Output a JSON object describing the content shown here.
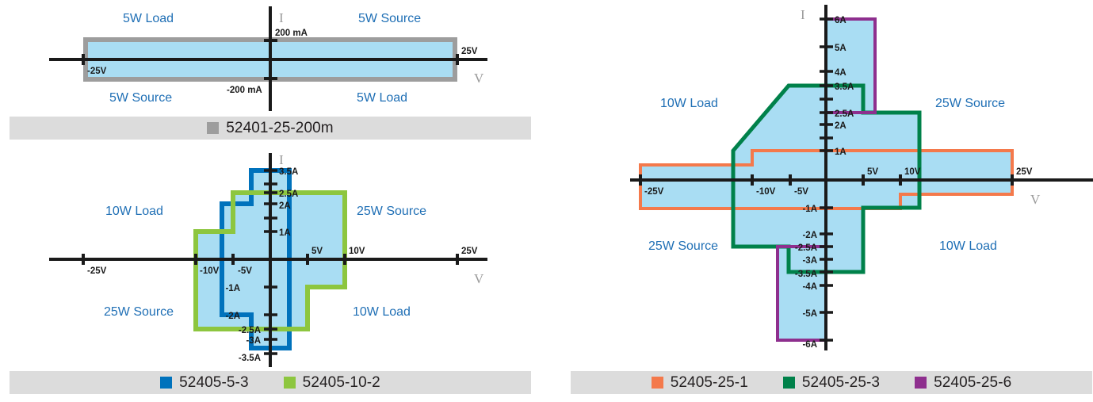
{
  "colors": {
    "fill": "#a9ddf3",
    "axis": "#1a1a1a",
    "quadrant_text": "#1f6fb5",
    "legend_bg": "#dcdcdc",
    "gray_series": "#9d9d9d",
    "blue_series": "#0072bc",
    "green_series": "#8dc63f",
    "orange_series": "#f4794b",
    "darkgreen_series": "#00814a",
    "purple_series": "#8e2f8e"
  },
  "charts": [
    {
      "id": "chart-52401-25-200m",
      "axis_labels": {
        "x": "V",
        "y": "I"
      },
      "quadrants": {
        "top_left": "5W Load",
        "top_right": "5W Source",
        "bottom_left": "5W Source",
        "bottom_right": "5W Load"
      },
      "x_ticks": [
        {
          "label": "-25V",
          "value": -25
        },
        {
          "label": "25V",
          "value": 25
        }
      ],
      "y_ticks": [
        {
          "label": "200 mA",
          "value": 0.2
        },
        {
          "label": "-200 mA",
          "value": -0.2
        }
      ],
      "legend": [
        {
          "label": "52401-25-200m",
          "color": "#9d9d9d"
        }
      ]
    },
    {
      "id": "chart-52405-5-3-10-2",
      "axis_labels": {
        "x": "V",
        "y": "I"
      },
      "quadrants": {
        "top_left": "10W Load",
        "top_right": "25W Source",
        "bottom_left": "25W Source",
        "bottom_right": "10W Load"
      },
      "x_ticks": [
        {
          "label": "-25V",
          "value": -25
        },
        {
          "label": "-10V",
          "value": -10
        },
        {
          "label": "-5V",
          "value": -5
        },
        {
          "label": "5V",
          "value": 5
        },
        {
          "label": "10V",
          "value": 10
        },
        {
          "label": "25V",
          "value": 25
        }
      ],
      "y_ticks": [
        {
          "label": "3.5A",
          "value": 3.5
        },
        {
          "label": "2.5A",
          "value": 2.5
        },
        {
          "label": "2A",
          "value": 2
        },
        {
          "label": "1A",
          "value": 1
        },
        {
          "label": "-1A",
          "value": -1
        },
        {
          "label": "-2A",
          "value": -2
        },
        {
          "label": "-2.5A",
          "value": -2.5
        },
        {
          "label": "-3A",
          "value": -3
        },
        {
          "label": "-3.5A",
          "value": -3.5
        }
      ],
      "legend": [
        {
          "label": "52405-5-3",
          "color": "#0072bc"
        },
        {
          "label": "52405-10-2",
          "color": "#8dc63f"
        }
      ]
    },
    {
      "id": "chart-52405-25-series",
      "axis_labels": {
        "x": "V",
        "y": "I"
      },
      "quadrants": {
        "top_left": "10W Load",
        "top_right": "25W Source",
        "bottom_left": "25W Source",
        "bottom_right": "10W Load"
      },
      "x_ticks": [
        {
          "label": "-25V",
          "value": -25
        },
        {
          "label": "-10V",
          "value": -10
        },
        {
          "label": "-5V",
          "value": -5
        },
        {
          "label": "5V",
          "value": 5
        },
        {
          "label": "10V",
          "value": 10
        },
        {
          "label": "25V",
          "value": 25
        }
      ],
      "y_ticks": [
        {
          "label": "6A",
          "value": 6
        },
        {
          "label": "5A",
          "value": 5
        },
        {
          "label": "4A",
          "value": 4
        },
        {
          "label": "3.5A",
          "value": 3.5
        },
        {
          "label": "2.5A",
          "value": 2.5
        },
        {
          "label": "2A",
          "value": 2
        },
        {
          "label": "1A",
          "value": 1
        },
        {
          "label": "-1A",
          "value": -1
        },
        {
          "label": "-2A",
          "value": -2
        },
        {
          "label": "-2.5A",
          "value": -2.5
        },
        {
          "label": "-3A",
          "value": -3
        },
        {
          "label": "-3.5A",
          "value": -3.5
        },
        {
          "label": "-4A",
          "value": -4
        },
        {
          "label": "-5A",
          "value": -5
        },
        {
          "label": "-6A",
          "value": -6
        }
      ],
      "legend": [
        {
          "label": "52405-25-1",
          "color": "#f4794b"
        },
        {
          "label": "52405-25-3",
          "color": "#00814a"
        },
        {
          "label": "52405-25-6",
          "color": "#8e2f8e"
        }
      ]
    }
  ],
  "chart_data": [
    {
      "type": "area",
      "title": "52401-25-200m operating envelope",
      "xlabel": "V",
      "ylabel": "I",
      "xlim": [
        -27,
        29
      ],
      "ylim": [
        -0.32,
        0.32
      ],
      "series": [
        {
          "name": "52401-25-200m",
          "color": "#9d9d9d",
          "points": [
            [
              -25,
              0.2
            ],
            [
              25,
              0.2
            ],
            [
              25,
              -0.2
            ],
            [
              -25,
              -0.2
            ]
          ]
        }
      ],
      "annotations": [
        "5W Load",
        "5W Source",
        "5W Source",
        "5W Load"
      ]
    },
    {
      "type": "area",
      "title": "52405-5-3 and 52405-10-2 operating envelopes",
      "xlabel": "V",
      "ylabel": "I",
      "xlim": [
        -27,
        29
      ],
      "ylim": [
        -3.9,
        3.9
      ],
      "series": [
        {
          "name": "52405-5-3",
          "color": "#0072bc",
          "points": [
            [
              -6.5,
              2
            ],
            [
              -2.5,
              2
            ],
            [
              -2.5,
              3.5
            ],
            [
              2.5,
              3.5
            ],
            [
              2.5,
              -3.5
            ],
            [
              -2.5,
              -3.5
            ],
            [
              -2.5,
              -2
            ],
            [
              -6.5,
              -2
            ]
          ]
        },
        {
          "name": "52405-10-2",
          "color": "#8dc63f",
          "points": [
            [
              -10,
              1
            ],
            [
              -5,
              1
            ],
            [
              -5,
              2.5
            ],
            [
              10,
              2.5
            ],
            [
              10,
              -1
            ],
            [
              5,
              -1
            ],
            [
              5,
              -2.5
            ],
            [
              -10,
              -2.5
            ]
          ]
        }
      ],
      "annotations": [
        "10W Load",
        "25W Source",
        "25W Source",
        "10W Load"
      ]
    },
    {
      "type": "area",
      "title": "52405-25-1, 52405-25-3, 52405-25-6 operating envelopes",
      "xlabel": "V",
      "ylabel": "I",
      "xlim": [
        -27,
        29
      ],
      "ylim": [
        -6.6,
        6.6
      ],
      "series": [
        {
          "name": "52405-25-1",
          "color": "#f4794b",
          "points": [
            [
              -25,
              0.55
            ],
            [
              -10,
              0.55
            ],
            [
              -10,
              1
            ],
            [
              25,
              1
            ],
            [
              25,
              -0.55
            ],
            [
              10,
              -0.55
            ],
            [
              10,
              -1
            ],
            [
              -25,
              -1
            ]
          ]
        },
        {
          "name": "52405-25-3",
          "color": "#00814a",
          "points": [
            [
              -5,
              1
            ],
            [
              -5,
              3.5
            ],
            [
              5,
              3.5
            ],
            [
              5,
              2.5
            ],
            [
              12.5,
              2.5
            ],
            [
              12.5,
              -1
            ],
            [
              5,
              -1
            ],
            [
              5,
              -3.5
            ],
            [
              -5,
              -3.5
            ],
            [
              -5,
              -2.5
            ],
            [
              -12.5,
              -2.5
            ],
            [
              -12.5,
              1
            ]
          ]
        },
        {
          "name": "52405-25-6",
          "color": "#8e2f8e",
          "points": [
            [
              0,
              6
            ],
            [
              6.5,
              6
            ],
            [
              6.5,
              2.5
            ],
            [
              0,
              2.5
            ],
            [
              0,
              -2.5
            ],
            [
              -6.5,
              -2.5
            ],
            [
              -6.5,
              -6
            ],
            [
              0,
              -6
            ]
          ]
        }
      ],
      "annotations": [
        "10W Load",
        "25W Source",
        "25W Source",
        "10W Load"
      ]
    }
  ]
}
